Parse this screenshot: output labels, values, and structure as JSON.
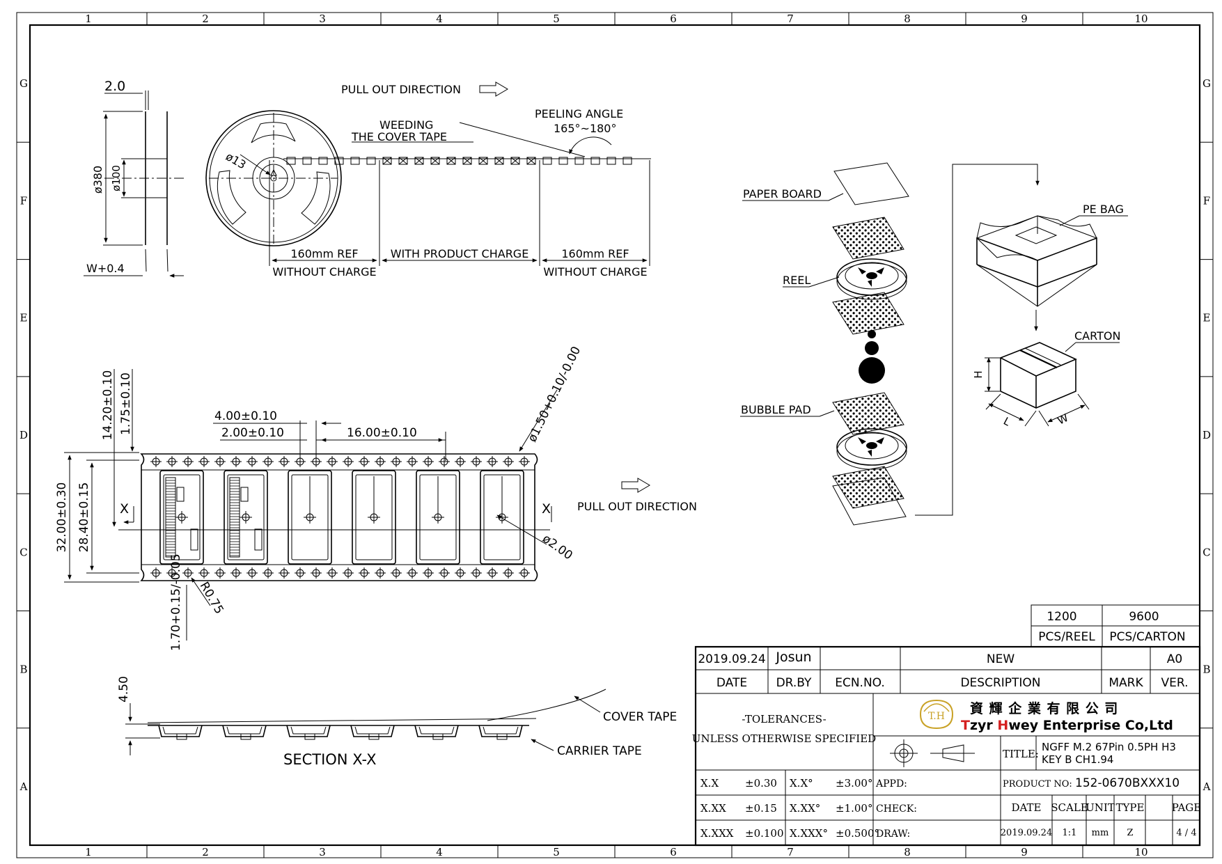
{
  "frame": {
    "col_markers": [
      "1",
      "2",
      "3",
      "4",
      "5",
      "6",
      "7",
      "8",
      "9",
      "10"
    ],
    "row_markers": [
      "G",
      "F",
      "E",
      "D",
      "C",
      "B",
      "A"
    ]
  },
  "reel_view": {
    "dim_thickness": "2.0",
    "dim_reel_dia": "ø380",
    "dim_hub_dia": "ø100",
    "dim_width": "W+0.4",
    "dim_spindle": "ø13",
    "pull_out": "PULL OUT DIRECTION",
    "weeding_line1": "WEEDING",
    "weeding_line2": "THE COVER TAPE",
    "peeling_line1": "PEELING ANGLE",
    "peeling_line2": "165°~180°",
    "seg_left_top": "160mm REF",
    "seg_left_bottom": "WITHOUT CHARGE",
    "seg_mid": "WITH PRODUCT CHARGE",
    "seg_right_top": "160mm REF",
    "seg_right_bottom": "WITHOUT CHARGE"
  },
  "tape_view": {
    "dim_hole_to_center": "14.20±0.10",
    "dim_hole_edge": "1.75±0.10",
    "dim_sprocket_pitch": "4.00±0.10",
    "dim_hole_to_pocket": "2.00±0.10",
    "dim_pocket_pitch": "16.00±0.10",
    "dim_hole_dia": "ø1.50+0.10/-0.00",
    "dim_tape_width": "32.00±0.30",
    "dim_pocket_width": "28.40±0.15",
    "dim_center_hole": "ø2.00",
    "dim_radius": "R0.75",
    "dim_hole_offset": "1.70+0.15/-0.05",
    "section_mark": "X",
    "pull_out": "PULL OUT DIRECTION"
  },
  "section_view": {
    "dim_height": "4.50",
    "title": "SECTION X-X",
    "cover_tape": "COVER TAPE",
    "carrier_tape": "CARRIER TAPE"
  },
  "packing": {
    "paper_board": "PAPER BOARD",
    "reel": "REEL",
    "bubble_pad": "BUBBLE PAD",
    "pe_bag": "PE BAG",
    "carton": "CARTON",
    "dim_h": "H",
    "dim_l": "L",
    "dim_w": "W"
  },
  "title_block": {
    "pcs_reel_value": "1200",
    "pcs_carton_value": "9600",
    "pcs_reel_label": "PCS/REEL",
    "pcs_carton_label": "PCS/CARTON",
    "rev_date": "2019.09.24",
    "rev_drby": "Josun",
    "rev_ecn": "",
    "rev_desc": "NEW",
    "rev_mark": "",
    "rev_ver": "A0",
    "hdr_date": "DATE",
    "hdr_drby": "DR.BY",
    "hdr_ecn": "ECN.NO.",
    "hdr_desc": "DESCRIPTION",
    "hdr_mark": "MARK",
    "hdr_ver": "VER.",
    "tolerances_line1": "-TOLERANCES-",
    "tolerances_line2": "UNLESS OTHERWISE SPECIFIED",
    "logo_mark": "T.H",
    "company_cn": "資 輝 企 業 有 限 公 司",
    "company_en_1": "T",
    "company_en_2": "zyr ",
    "company_en_3": "H",
    "company_en_4": "wey Enterprise Co,Ltd",
    "title_label": "TITLE:",
    "title_line1": "NGFF M.2  67Pin 0.5PH H3",
    "title_line2": "KEY B CH1.94",
    "tol_rows": [
      {
        "k1": "X.X",
        "v1": "±0.30",
        "k2": "X.X°",
        "v2": "±3.00°"
      },
      {
        "k1": "X.XX",
        "v1": "±0.15",
        "k2": "X.XX°",
        "v2": "±1.00°"
      },
      {
        "k1": "X.XXX",
        "v1": "±0.100",
        "k2": "X.XXX°",
        "v2": "±0.500°"
      }
    ],
    "appd": "APPD:",
    "check": "CHECK:",
    "draw": "DRAW:",
    "product_no_label": "PRODUCT NO:",
    "product_no": "152-0670BXXX10",
    "col_date": "DATE",
    "col_scale": "SCALE",
    "col_unit": "UNIT",
    "col_type": "TYPE",
    "col_page": "PAGE",
    "val_date": "2019.09.24",
    "val_scale": "1:1",
    "val_unit": "mm",
    "val_type": "Z",
    "val_page": "4 / 4"
  },
  "colors": {
    "logo_gold": "#c9a227",
    "brand_red": "#d42020",
    "line": "#000000"
  }
}
